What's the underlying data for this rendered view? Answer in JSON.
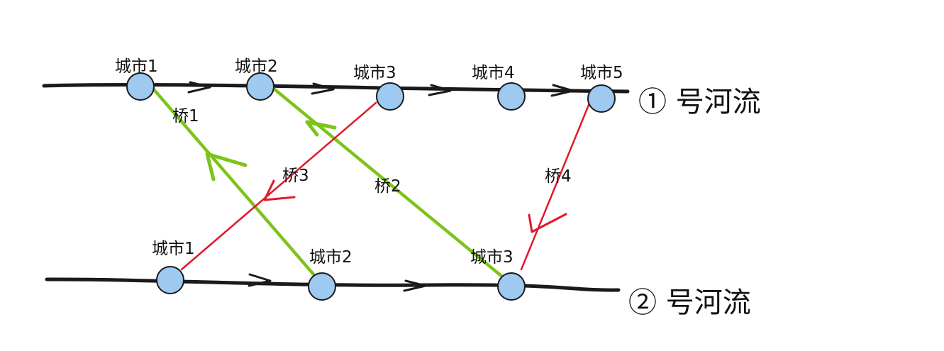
{
  "rivers": {
    "top": {
      "label": "① 号河流",
      "cities": [
        "城市1",
        "城市2",
        "城市3",
        "城市4",
        "城市5"
      ]
    },
    "bottom": {
      "label": "② 号河流",
      "cities": [
        "城市1",
        "城市2",
        "城市3"
      ]
    }
  },
  "bridges": [
    {
      "label": "桥1",
      "from": "bottom:城市2",
      "to": "top:城市1",
      "color": "#7dc31a"
    },
    {
      "label": "桥2",
      "from": "bottom:城市3",
      "to": "top:城市2",
      "color": "#7dc31a"
    },
    {
      "label": "桥3",
      "from": "top:城市3",
      "to": "bottom:城市1",
      "color": "#e0182c"
    },
    {
      "label": "桥4",
      "from": "top:城市5",
      "to": "bottom:城市3",
      "color": "#e0182c"
    }
  ],
  "colors": {
    "river": "#1a1a1a",
    "node_fill": "#9ec9f0",
    "node_stroke": "#1a1a1a",
    "green_bridge": "#7dc31a",
    "red_bridge": "#e0182c"
  }
}
